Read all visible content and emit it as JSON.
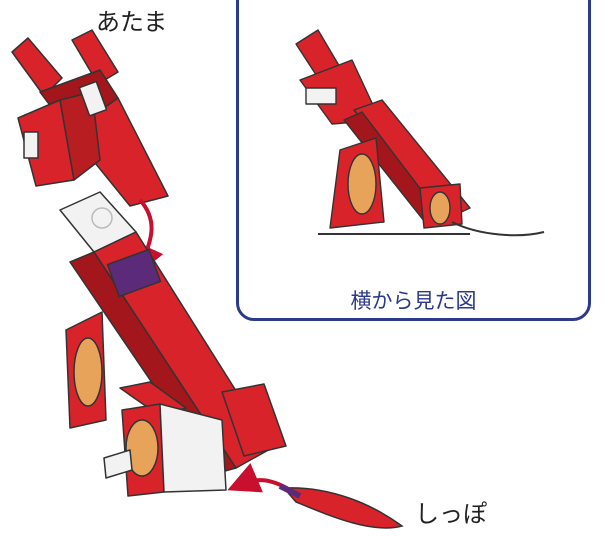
{
  "labels": {
    "head": "あたま",
    "tail": "しっぽ",
    "side_view_caption": "横から見た図"
  },
  "colors": {
    "box_red": "#d9232a",
    "box_dark_red": "#a3161b",
    "biscuit": "#e8a35a",
    "panel_border": "#2b3a8c",
    "arrow": "#c8102e",
    "white_part": "#f2f2f2",
    "purple_label": "#5b2b7a"
  }
}
